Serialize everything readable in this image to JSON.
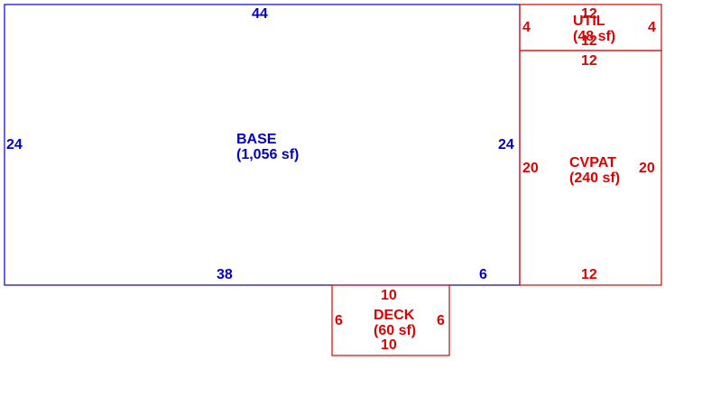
{
  "colors": {
    "base": "#0000c8",
    "addition": "#e00000"
  },
  "areas": {
    "base": {
      "name": "BASE",
      "size": "(1,056 sf)"
    },
    "util": {
      "name": "UTIL",
      "size": "(48 sf)"
    },
    "cvpat": {
      "name": "CVPAT",
      "size": "(240 sf)"
    },
    "deck": {
      "name": "DECK",
      "size": "(60 sf)"
    }
  },
  "dimensions": {
    "base_top": "44",
    "base_left": "24",
    "base_right": "24",
    "base_bottom_left": "38",
    "base_bottom_right": "6",
    "util_top": "12",
    "util_bottom": "12",
    "util_left": "4",
    "util_right": "4",
    "cvpat_top": "12",
    "cvpat_bottom": "12",
    "cvpat_left": "20",
    "cvpat_right": "20",
    "deck_top": "10",
    "deck_bottom": "10",
    "deck_left": "6",
    "deck_right": "6"
  }
}
